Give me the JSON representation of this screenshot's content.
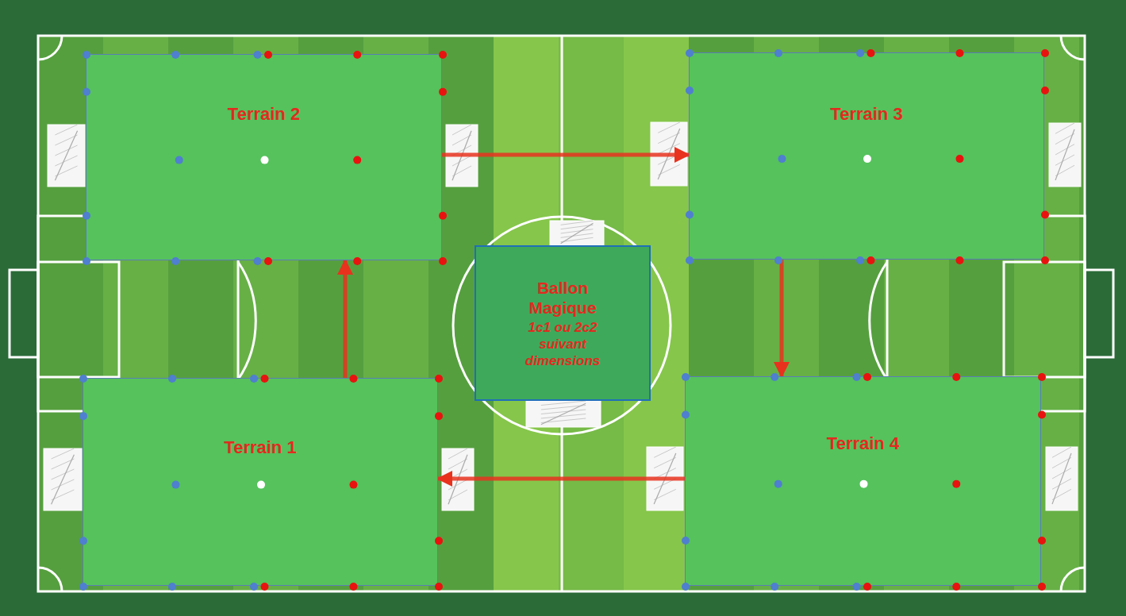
{
  "diagram": {
    "nodes": [
      {
        "text": [
          "Terrain 2"
        ]
      },
      {
        "text": [
          "Terrain 3"
        ]
      },
      {
        "text": [
          "Ballon Magique",
          "1c1 ou 2c2 suivant dimensions"
        ]
      },
      {
        "text": [
          "Terrain 1"
        ]
      },
      {
        "text": [
          "Terrain 4"
        ]
      }
    ],
    "edges": [
      {
        "from": 3,
        "to": 0,
        "arrow": "to"
      },
      {
        "from": 0,
        "to": 1,
        "arrow": "to"
      },
      {
        "from": 1,
        "to": 4,
        "arrow": "to"
      },
      {
        "from": 4,
        "to": 3,
        "arrow": "to"
      }
    ]
  }
}
